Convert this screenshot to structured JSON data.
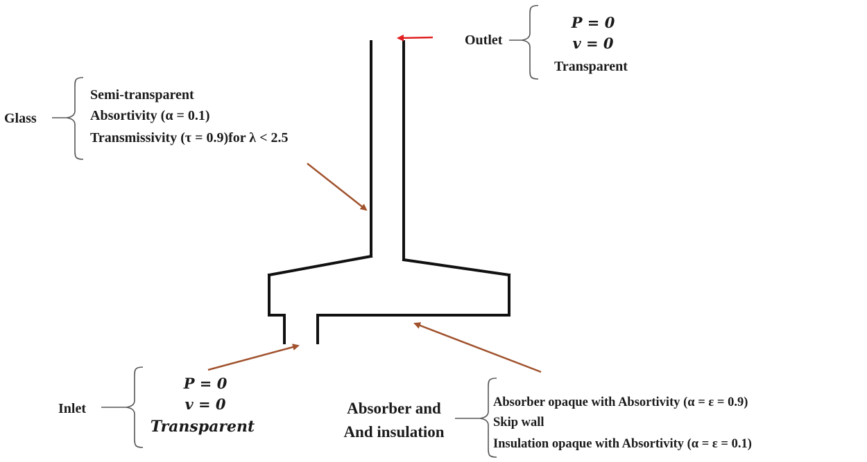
{
  "outlet": {
    "title": "Outlet",
    "conditions": [
      "P = 0",
      "v = 0",
      "Transparent"
    ]
  },
  "glass": {
    "title": "Glass",
    "lines": [
      "Semi-transparent",
      "Absortivity (α = 0.1)",
      "Transmissivity (τ = 0.9)for λ < 2.5"
    ]
  },
  "inlet": {
    "title": "Inlet",
    "conditions": [
      "P = 0",
      "v = 0",
      "Transparent"
    ]
  },
  "absorber": {
    "title_lines": [
      "Absorber and",
      "And insulation"
    ],
    "lines": [
      "Absorber opaque with Absortivity (α = ε = 0.9)",
      "Skip wall",
      "Insulation opaque with Absortivity (α = ε = 0.1)"
    ]
  },
  "colors": {
    "outline": "#111111",
    "pointer_arrow": "#a0522d",
    "outlet_arrow": "#e02020",
    "bracket": "#555555"
  }
}
